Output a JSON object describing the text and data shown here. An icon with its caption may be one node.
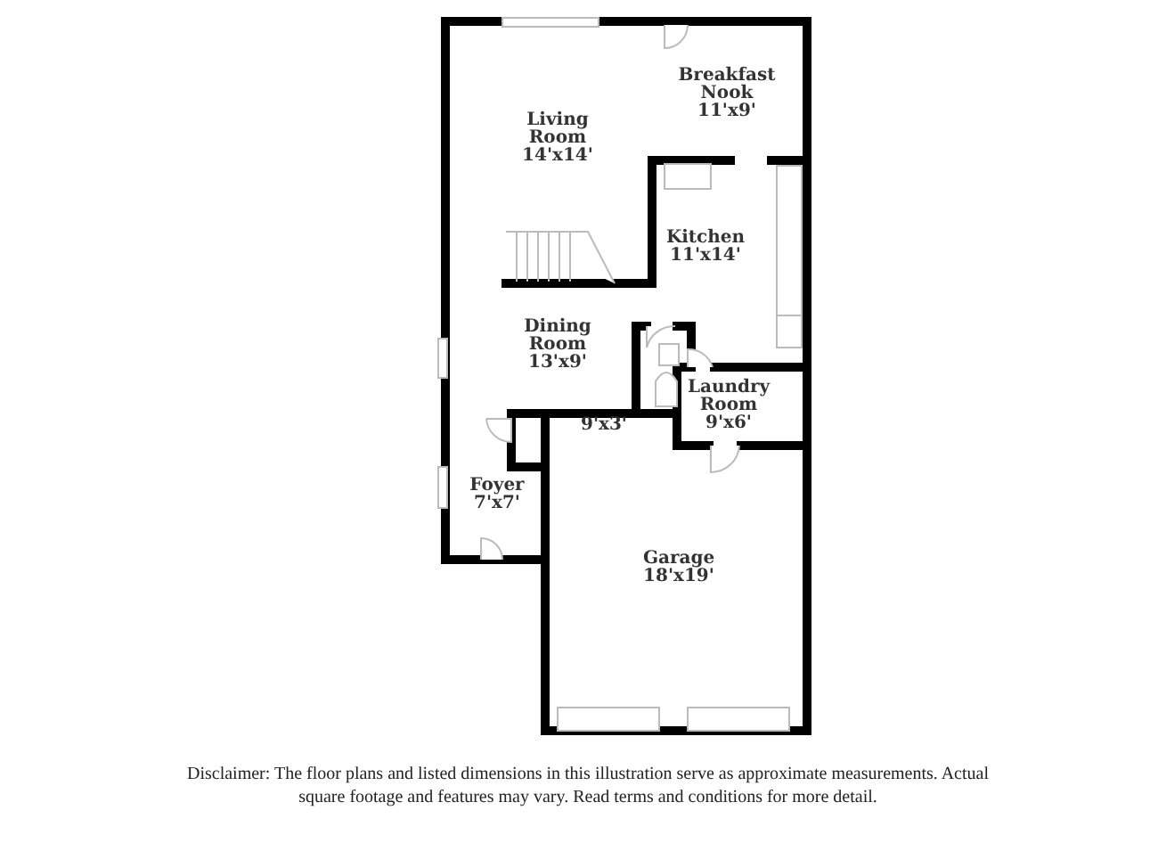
{
  "diagram": {
    "caption": "Disclaimer: The floor plans and listed dimensions in this illustration serve as approximate measurements. Actual square footage and features may vary. Read terms and conditions for more detail.",
    "nodes": [
      {
        "text": [
          "Breakfast Nook",
          "11'x9'"
        ]
      },
      {
        "text": [
          "Living Room",
          "14'x14'"
        ]
      },
      {
        "text": [
          "Kitchen",
          "11'x14'"
        ]
      },
      {
        "text": [
          "Dining Room",
          "13'x9'"
        ]
      },
      {
        "text": [
          "Laundry Room",
          "9'x6'"
        ]
      },
      {
        "text": [
          "9'x3'"
        ]
      },
      {
        "text": [
          "Foyer",
          "7'x7'"
        ]
      },
      {
        "text": [
          "Garage",
          "18'x19'"
        ]
      }
    ],
    "edges": []
  }
}
